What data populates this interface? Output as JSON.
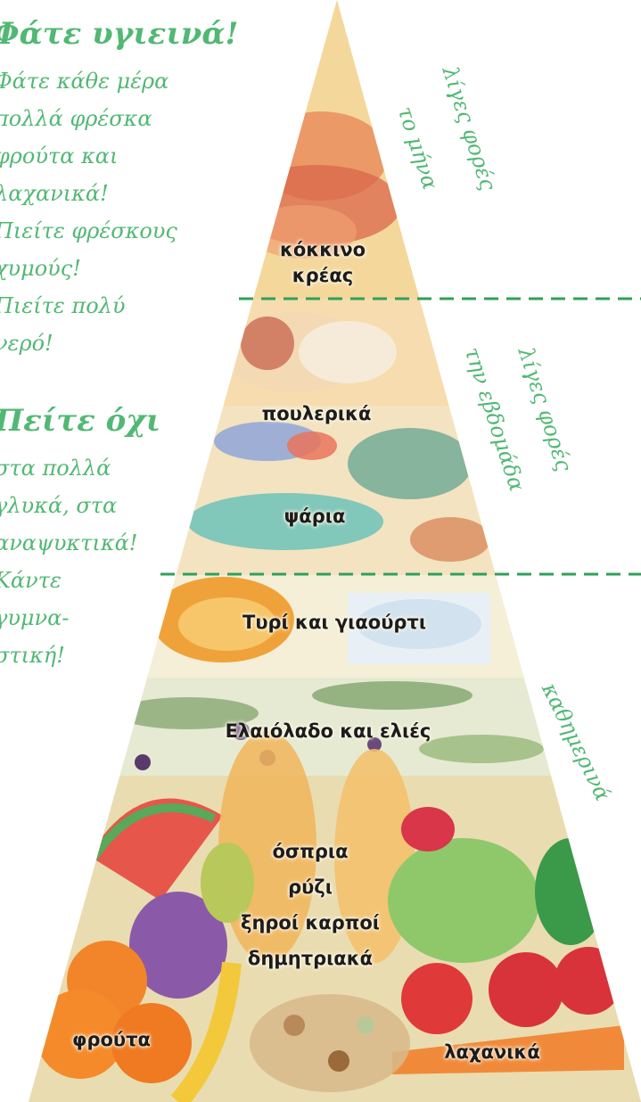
{
  "left_text": {
    "healthy_title": "Φάτε υγιεινά!",
    "healthy_lines": [
      "Φάτε κάθε μέρα",
      "πολλά φρέσκα",
      "φρούτα και",
      "λαχανικά!",
      "Πιείτε φρέσκους",
      "χυμούς!",
      "Πιείτε πολύ",
      "νερό!"
    ],
    "say_no_title": "Πείτε όχι",
    "say_no_lines": [
      "στα πολλά",
      "γλυκά, στα",
      "αναψυκτικά!",
      "Κάντε",
      "γυμνα-",
      "στική!"
    ]
  },
  "frequency": {
    "monthly": [
      "λίγες φορές",
      "το μήνα"
    ],
    "weekly": [
      "λίγες φορές",
      "την εβδομάδα"
    ],
    "daily": "καθημερινά"
  },
  "levels": {
    "red_meat": [
      "κόκκινο",
      "κρέας"
    ],
    "poultry": "πουλερικά",
    "fish": "ψάρια",
    "dairy": "Τυρί και γιαούρτι",
    "olive_oil": "Ελαιόλαδο και ελιές",
    "base_center": [
      "όσπρια",
      "ρύζι",
      "ξηροί καρποί",
      "δημητριακά"
    ],
    "fruits": "φρούτα",
    "vegetables": "λαχανικά"
  },
  "colors": {
    "accent_green": "#52b873",
    "divider_green": "#2fa05a",
    "label_text": "#1c1c1c"
  }
}
